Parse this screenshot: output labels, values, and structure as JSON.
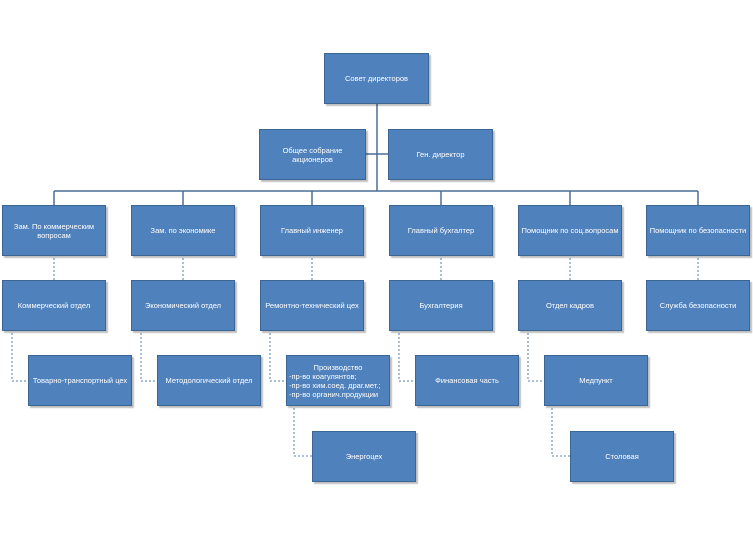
{
  "colors": {
    "box_fill": "#4f81bd",
    "box_border": "#3b6593",
    "connector": "#4a6e95",
    "text": "#ffffff"
  },
  "nodes": {
    "board": "Совет директоров",
    "shareholders": "Общее собрание акционеров",
    "gen_director": "Ген. директор",
    "deputy_commercial": "Зам. По коммерческим вопросам",
    "deputy_economics": "Зам. по экономике",
    "chief_engineer": "Главный инженер",
    "chief_accountant": "Главный бухгалтер",
    "assistant_social": "Помощник по соц.вопросам",
    "assistant_security": "Помощник по безопасности",
    "commercial_dept": "Коммерческий отдел",
    "economic_dept": "Экономический отдел",
    "repair_shop": "Ремонтно-технический цех",
    "accounting": "Бухгалтерия",
    "hr_dept": "Отдел кадров",
    "security_service": "Служба безопасности",
    "transport_shop": "Товарно-транспортный цех",
    "methodology_dept": "Методологический отдел",
    "production": {
      "title": "Производство",
      "items": [
        "-пр-во коагулянтов;",
        "-пр-во хим.соед. драг.мет.;",
        "-пр-во органич.продукции"
      ]
    },
    "finance": "Финансовая часть",
    "medical": "Медпункт",
    "energy_shop": "Энергоцех",
    "canteen": "Столовая"
  }
}
